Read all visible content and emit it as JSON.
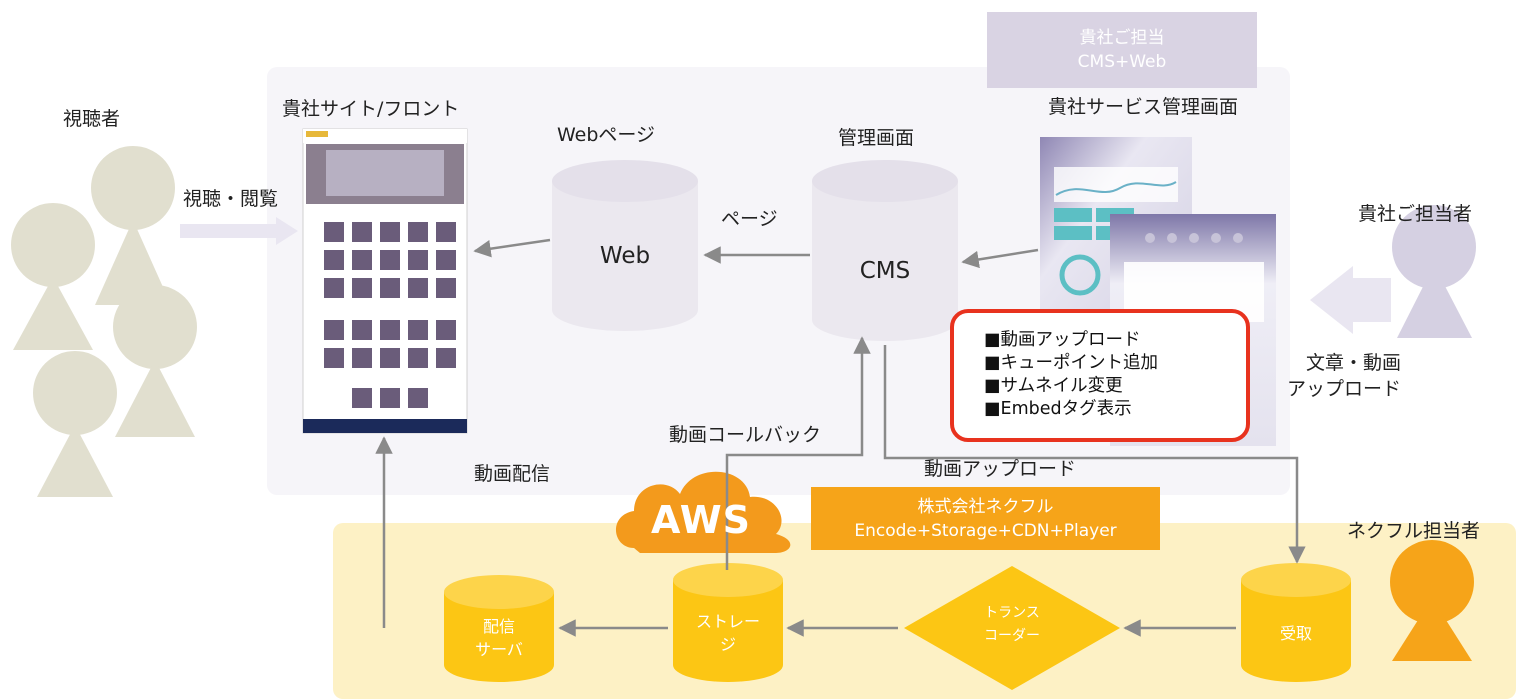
{
  "colors": {
    "company_panel": "#f6f5f9",
    "necfru_panel": "#fdf1c5",
    "viewer_person": "#e1dfcf",
    "client_person": "#d5d0e2",
    "necfru_person": "#f6a419",
    "cylinder_gray": "#ebe8ef",
    "cylinder_yellow": "#fcc614",
    "arrow_gray": "#8a8a8a",
    "highlight_red": "#e8321e"
  },
  "labels": {
    "viewers": "視聴者",
    "view_browse": "視聴・閲覧",
    "front_site": "貴社サイト/フロント",
    "web_page": "Webページ",
    "admin_screen": "管理画面",
    "service_admin": "貴社サービス管理画面",
    "client_staff": "貴社ご担当者",
    "page": "ページ",
    "text_video_upload_1": "文章・動画",
    "text_video_upload_2": "アップロード",
    "video_callback": "動画コールバック",
    "video_upload": "動画アップロード",
    "video_delivery": "動画配信",
    "necfru_staff": "ネクフル担当者",
    "aws": "AWS"
  },
  "client_box": {
    "line1": "貴社ご担当",
    "line2": "CMS+Web"
  },
  "necfru_box": {
    "line1": "株式会社ネクフル",
    "line2": "Encode+Storage+CDN+Player"
  },
  "features": [
    "■動画アップロード",
    "■キューポイント追加",
    "■サムネイル変更",
    "■Embedタグ表示"
  ],
  "nodes": {
    "web": "Web",
    "cms": "CMS",
    "delivery_server_1": "配信",
    "delivery_server_2": "サーバ",
    "storage_1": "ストレー",
    "storage_2": "ジ",
    "transcoder_1": "トランス",
    "transcoder_2": "コーダー",
    "receive": "受取"
  },
  "icons": [
    "person-icon",
    "aws-cloud-icon",
    "arrow-icon"
  ]
}
